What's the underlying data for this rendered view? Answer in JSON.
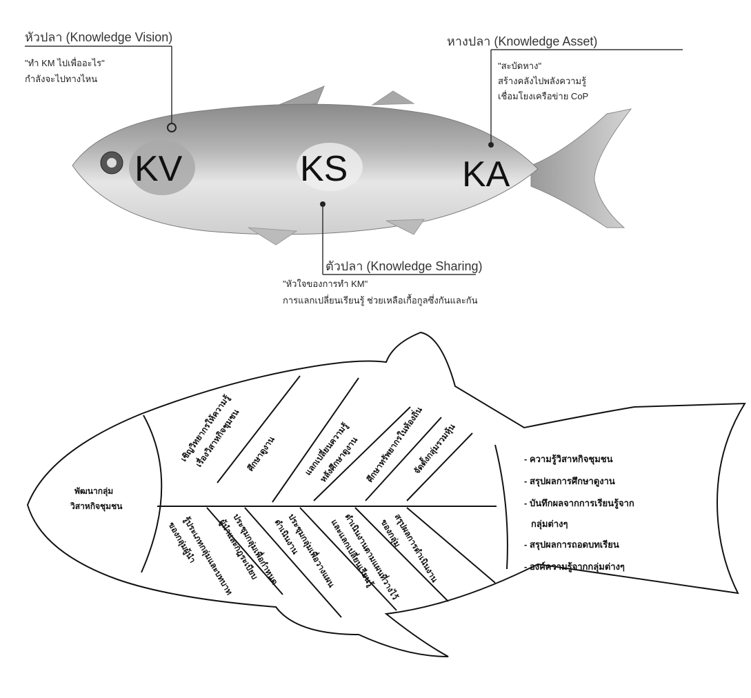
{
  "top": {
    "head_label": "หัวปลา (Knowledge Vision)",
    "head_desc1": "\"ทำ KM ไปเพื่ออะไร\"",
    "head_desc2": "กำลังจะไปทางไหน",
    "tail_label": "หางปลา (Knowledge Asset)",
    "tail_desc1": "\"สะบัดหาง\"",
    "tail_desc2": "สร้างคลังไปพลังความรู้",
    "tail_desc3": "เชื่อมโยงเครือข่าย CoP",
    "body_label": "ตัวปลา (Knowledge Sharing)",
    "body_desc1": "\"หัวใจของการทำ KM\"",
    "body_desc2": "การแลกเปลี่ยนเรียนรู้ ช่วยเหลือเกื้อกูลซึ่งกันและกัน",
    "kv": "KV",
    "ks": "KS",
    "ka": "KA"
  },
  "bottom": {
    "head_line1": "พัฒนากลุ่ม",
    "head_line2": "วิสาหกิจชุมชน",
    "upper": [
      {
        "line1": "เชิญวิทยากรให้ความรู้",
        "line2": "เรื่องวิสาหกิจชุมชน"
      },
      {
        "line1": "ศึกษาดูงาน",
        "line2": ""
      },
      {
        "line1": "แลกเปลี่ยนความรู้",
        "line2": "หลังศึกษาดูงาน"
      },
      {
        "line1": "ศึกษาทรัพยากรในท้องถิ่น",
        "line2": ""
      },
      {
        "line1": "จัดตั้งกลุ่มรวมหุ้น",
        "line2": ""
      }
    ],
    "lower": [
      {
        "line1": "รู้ประเภทกลุ่มและบทบาท",
        "line2": "ของกลุ่มผู้นำ"
      },
      {
        "line1": "ประชุมกลุ่มเพื่อกำหนด",
        "line2": "ผู้นำและกฎระเบียบ"
      },
      {
        "line1": "ประชุมกลุ่มเพื่อวางแผน",
        "line2": "ดำเนินงาน"
      },
      {
        "line1": "ดำเนินงานตามแผนที่วางไว้",
        "line2": "และแลกเปลี่ยนเรียนรู้"
      },
      {
        "line1": "สรุปผลการดำเนินงาน",
        "line2": "ของกลุ่ม"
      }
    ],
    "tail_items": [
      "- ความรู้วิสาหกิจชุมชน",
      "- สรุปผลการศึกษาดูงาน",
      "- บันทึกผลจากการเรียนรู้จาก",
      "กลุ่มต่างๆ",
      "- สรุปผลการถอดบทเรียน",
      "- องค์ความรู้จากกลุ่มต่างๆ"
    ]
  }
}
